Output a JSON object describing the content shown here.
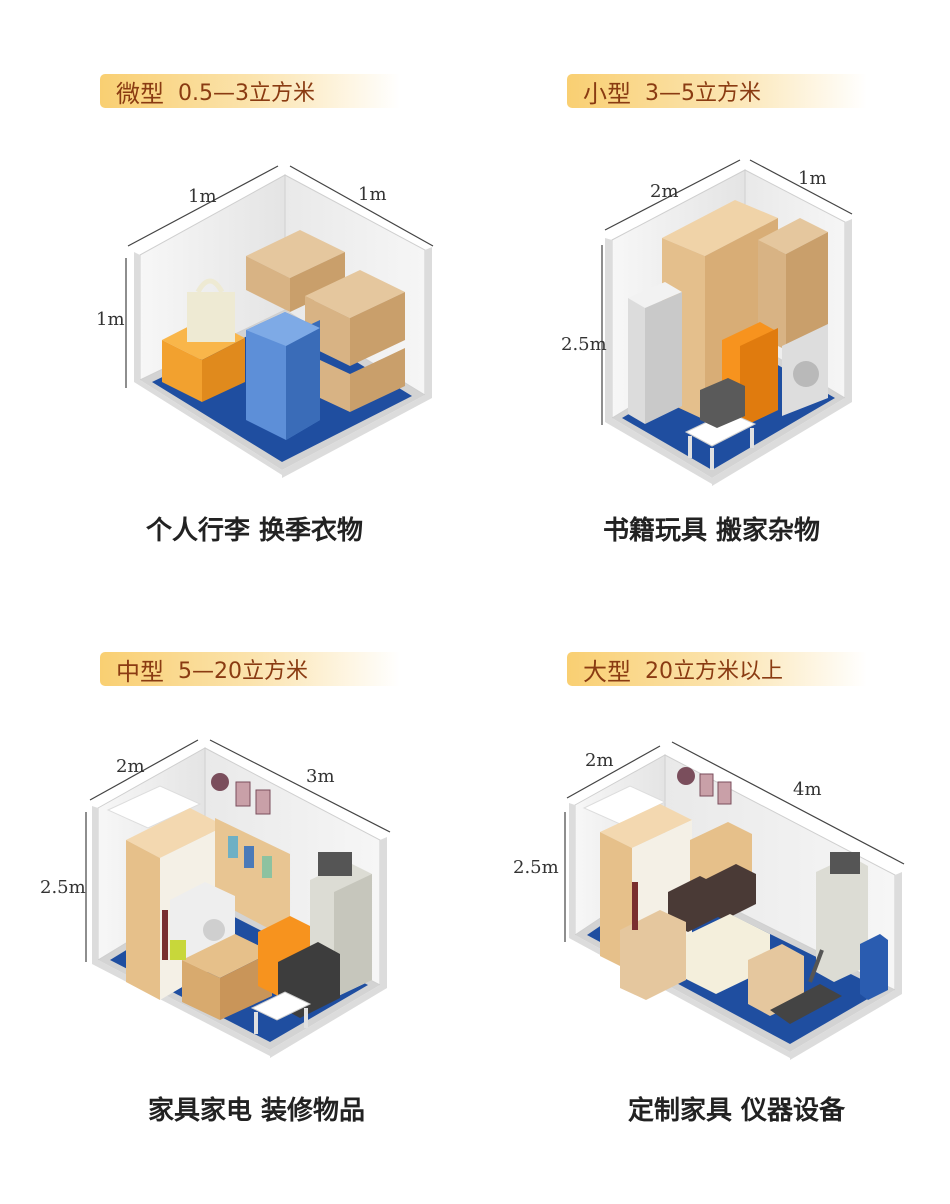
{
  "colors": {
    "tag_gradient_start": "#f9cf72",
    "tag_text": "#8a3b12",
    "caption_text": "#222222",
    "floor": "#1f4ea0",
    "wall": "#eeeeee",
    "box": "#d9b588"
  },
  "units": [
    {
      "name": "微型",
      "volume": "0.5—3立方米",
      "caption": "个人行李 换季衣物",
      "dims": {
        "left": "1m",
        "right": "1m",
        "height": "1m"
      }
    },
    {
      "name": "小型",
      "volume": "3—5立方米",
      "caption": "书籍玩具 搬家杂物",
      "dims": {
        "left": "2m",
        "right": "1m",
        "height": "2.5m"
      }
    },
    {
      "name": "中型",
      "volume": "5—20立方米",
      "caption": "家具家电 装修物品",
      "dims": {
        "left": "2m",
        "right": "3m",
        "height": "2.5m"
      }
    },
    {
      "name": "大型",
      "volume": "20立方米以上",
      "caption": "定制家具 仪器设备",
      "dims": {
        "left": "2m",
        "right": "4m",
        "height": "2.5m"
      }
    }
  ]
}
